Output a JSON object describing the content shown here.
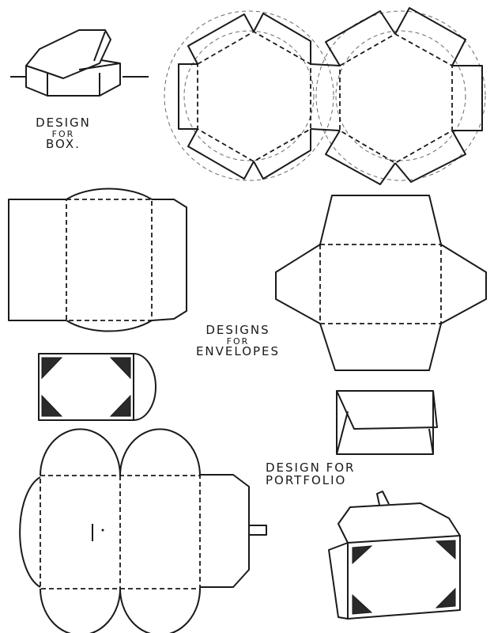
{
  "labels": {
    "box": {
      "line1": "DESIGN",
      "line2": "FOR",
      "line3": "BOX."
    },
    "envelopes": {
      "line1": "DESIGNS",
      "line2": "FOR",
      "line3": "ENVELOPES"
    },
    "portfolio": {
      "line1": "DESIGN FOR",
      "line2": "PORTFOLIO"
    }
  },
  "colors": {
    "ink": "#1a1a1a",
    "paper": "#ffffff",
    "guide": "#6a6a6a"
  }
}
